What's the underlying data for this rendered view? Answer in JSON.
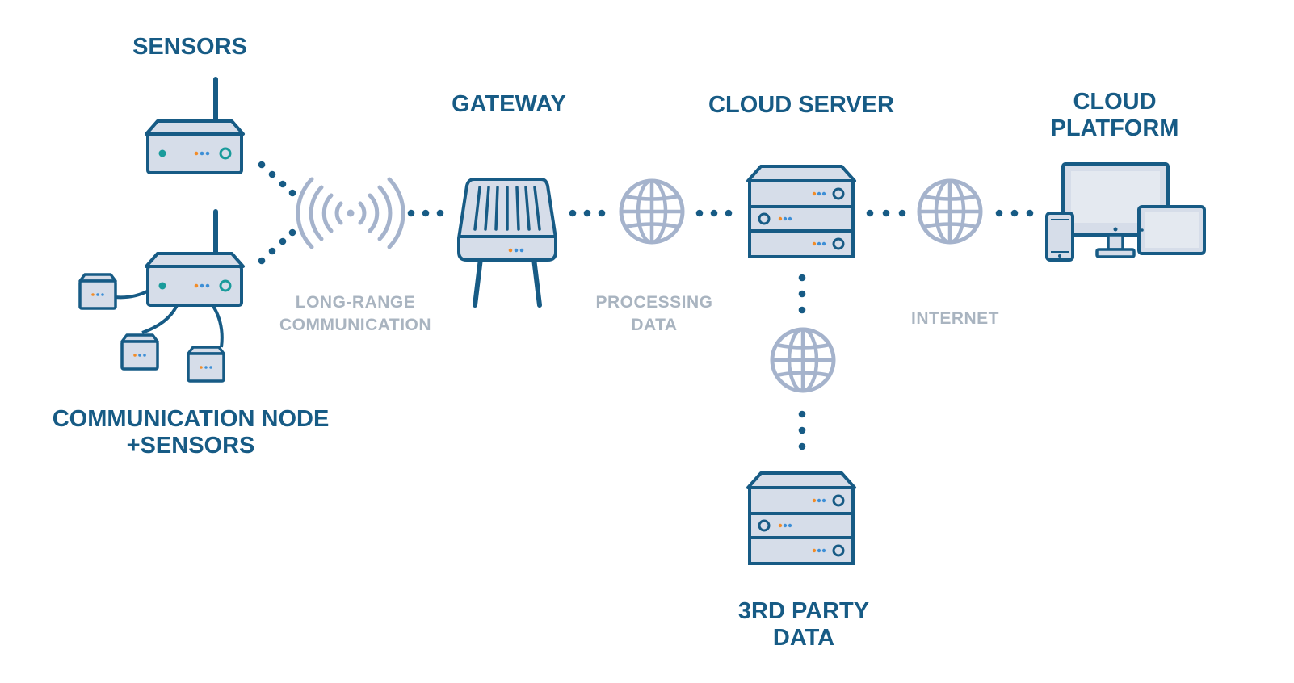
{
  "nodes": {
    "sensors": {
      "label": "SENSORS"
    },
    "comm_node": {
      "label_line1": "COMMUNICATION NODE",
      "label_line2": "+SENSORS"
    },
    "gateway": {
      "label": "GATEWAY"
    },
    "cloud_server": {
      "label": "CLOUD SERVER"
    },
    "cloud_platform": {
      "label_line1": "CLOUD",
      "label_line2": "PLATFORM"
    },
    "third_party": {
      "label_line1": "3RD PARTY",
      "label_line2": "DATA"
    }
  },
  "links": {
    "long_range": {
      "line1": "LONG-RANGE",
      "line2": "COMMUNICATION"
    },
    "processing": {
      "line1": "PROCESSING",
      "line2": "DATA"
    },
    "internet": {
      "label": "INTERNET"
    }
  },
  "colors": {
    "primary": "#175b85",
    "device_fill": "#d6dde9",
    "muted": "#a9b4c0",
    "led_orange": "#f28c28",
    "led_blue": "#3e8fd6",
    "led_teal": "#1a9b9b"
  },
  "icons": [
    "router-icon",
    "wireless-signal-icon",
    "gateway-icon",
    "globe-icon",
    "server-icon",
    "devices-icon",
    "sensor-box-icon"
  ]
}
